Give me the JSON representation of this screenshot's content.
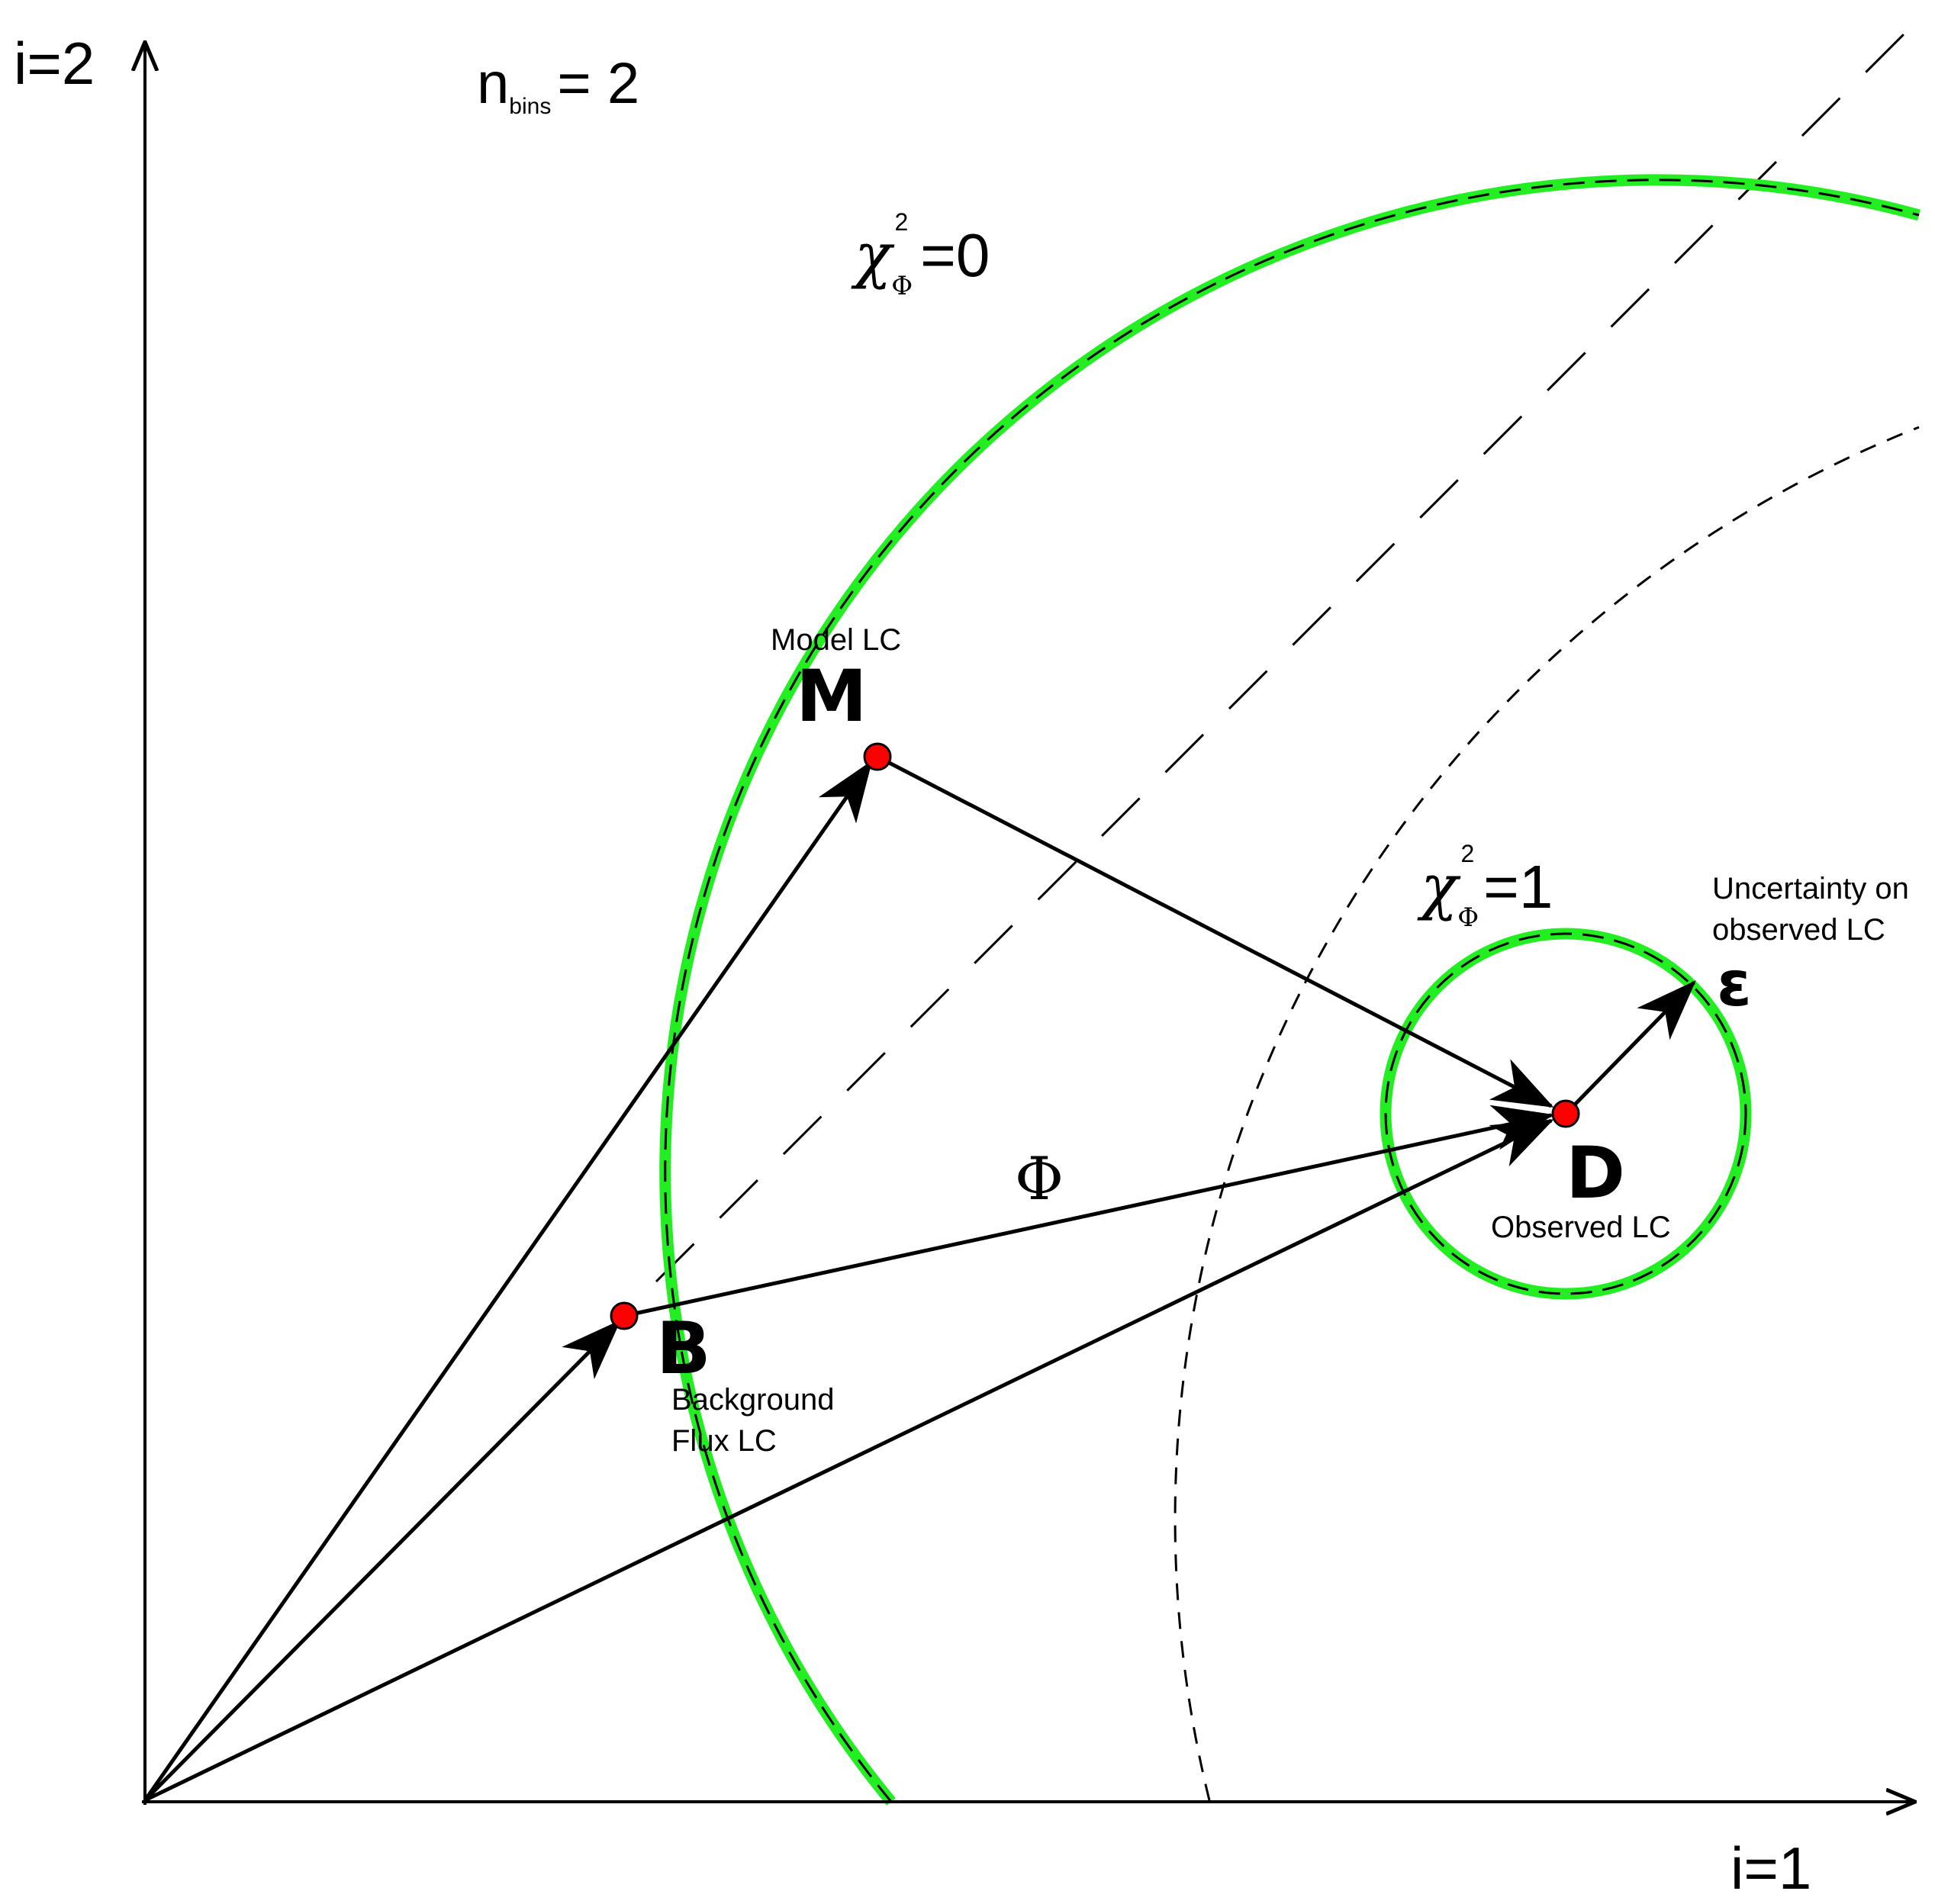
{
  "axes": {
    "x_label": "i=1",
    "y_label": "i=2"
  },
  "header": {
    "n_main": "n",
    "n_sub": "bins",
    "n_value": "= 2"
  },
  "contours": {
    "outer": {
      "chi": "χ",
      "sup": "2",
      "sub": "Φ",
      "value": "=0"
    },
    "inner": {
      "chi": "χ",
      "sup": "2",
      "sub": "Φ",
      "value": "=1"
    }
  },
  "points": {
    "M": {
      "letter": "M",
      "caption": "Model LC"
    },
    "D": {
      "letter": "D",
      "caption": "Observed LC"
    },
    "B": {
      "letter": "B",
      "caption_line1": "Background",
      "caption_line2": "Flux LC"
    }
  },
  "vectors": {
    "phi": "Φ",
    "epsilon": "ε",
    "epsilon_caption_line1": "Uncertainty on",
    "epsilon_caption_line2": "observed LC"
  },
  "colors": {
    "contour": "#22ee22",
    "point": "#ff0000",
    "ink": "#000000"
  }
}
